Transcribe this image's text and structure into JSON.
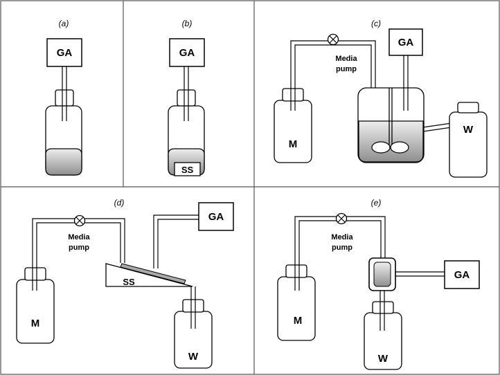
{
  "panels": {
    "a": {
      "label": "(a)",
      "ga": "GA"
    },
    "b": {
      "label": "(b)",
      "ga": "GA",
      "ss": "SS"
    },
    "c": {
      "label": "(c)",
      "ga": "GA",
      "pump_line1": "Media",
      "pump_line2": "pump",
      "m": "M",
      "w": "W"
    },
    "d": {
      "label": "(d)",
      "ga": "GA",
      "pump_line1": "Media",
      "pump_line2": "pump",
      "m": "M",
      "w": "W",
      "ss": "SS"
    },
    "e": {
      "label": "(e)",
      "ga": "GA",
      "pump_line1": "Media",
      "pump_line2": "pump",
      "m": "M",
      "w": "W"
    }
  },
  "colors": {
    "outline": "#000000",
    "media_fill": "#a9a9a9",
    "panel_border": "#555555"
  }
}
